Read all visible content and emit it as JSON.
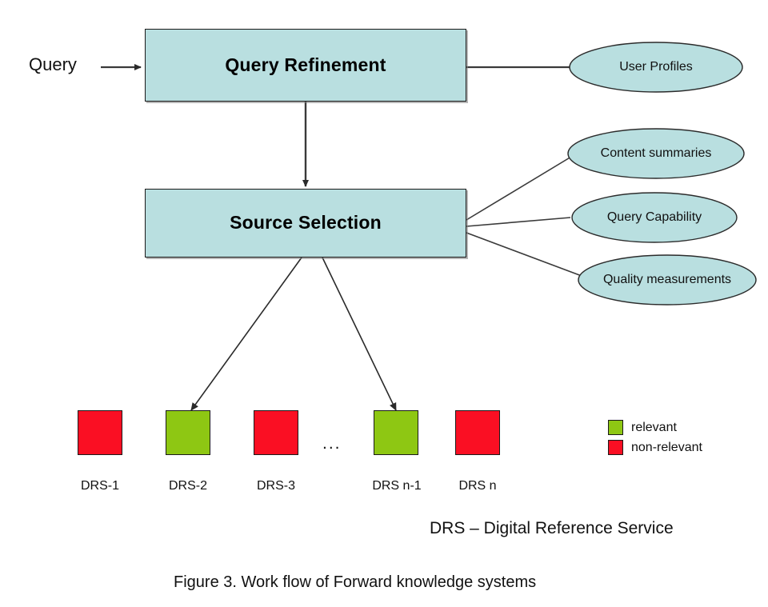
{
  "figure": {
    "caption": "Figure 3. Work flow of Forward knowledge systems",
    "note": "DRS – Digital Reference Service"
  },
  "input": {
    "query_label": "Query"
  },
  "process_boxes": [
    {
      "id": "query-refinement",
      "label": "Query Refinement"
    },
    {
      "id": "source-selection",
      "label": "Source Selection"
    }
  ],
  "knowledge_sources": [
    {
      "id": "user-profiles",
      "label": "User Profiles"
    },
    {
      "id": "content-summaries",
      "label": "Content summaries"
    },
    {
      "id": "query-capability",
      "label": "Query Capability"
    },
    {
      "id": "quality-measurements",
      "label": "Quality measurements"
    }
  ],
  "drs_nodes": [
    {
      "id": "drs-1",
      "label": "DRS-1",
      "state": "non-relevant",
      "selected": false
    },
    {
      "id": "drs-2",
      "label": "DRS-2",
      "state": "relevant",
      "selected": true
    },
    {
      "id": "drs-3",
      "label": "DRS-3",
      "state": "non-relevant",
      "selected": false
    },
    {
      "id": "drs-n-1",
      "label": "DRS n-1",
      "state": "relevant",
      "selected": true
    },
    {
      "id": "drs-n",
      "label": "DRS n",
      "state": "non-relevant",
      "selected": false
    }
  ],
  "ellipsis": "...",
  "legend": {
    "items": [
      {
        "label": "relevant",
        "color": "#8ec713"
      },
      {
        "label": "non-relevant",
        "color": "#fa0f23"
      }
    ]
  },
  "colors": {
    "box_fill": "#b9dfe0",
    "box_stroke": "#1a1a1a",
    "relevant": "#8ec713",
    "non_relevant": "#fa0f23",
    "connector": "#3a3a3a",
    "background": "#ffffff"
  }
}
